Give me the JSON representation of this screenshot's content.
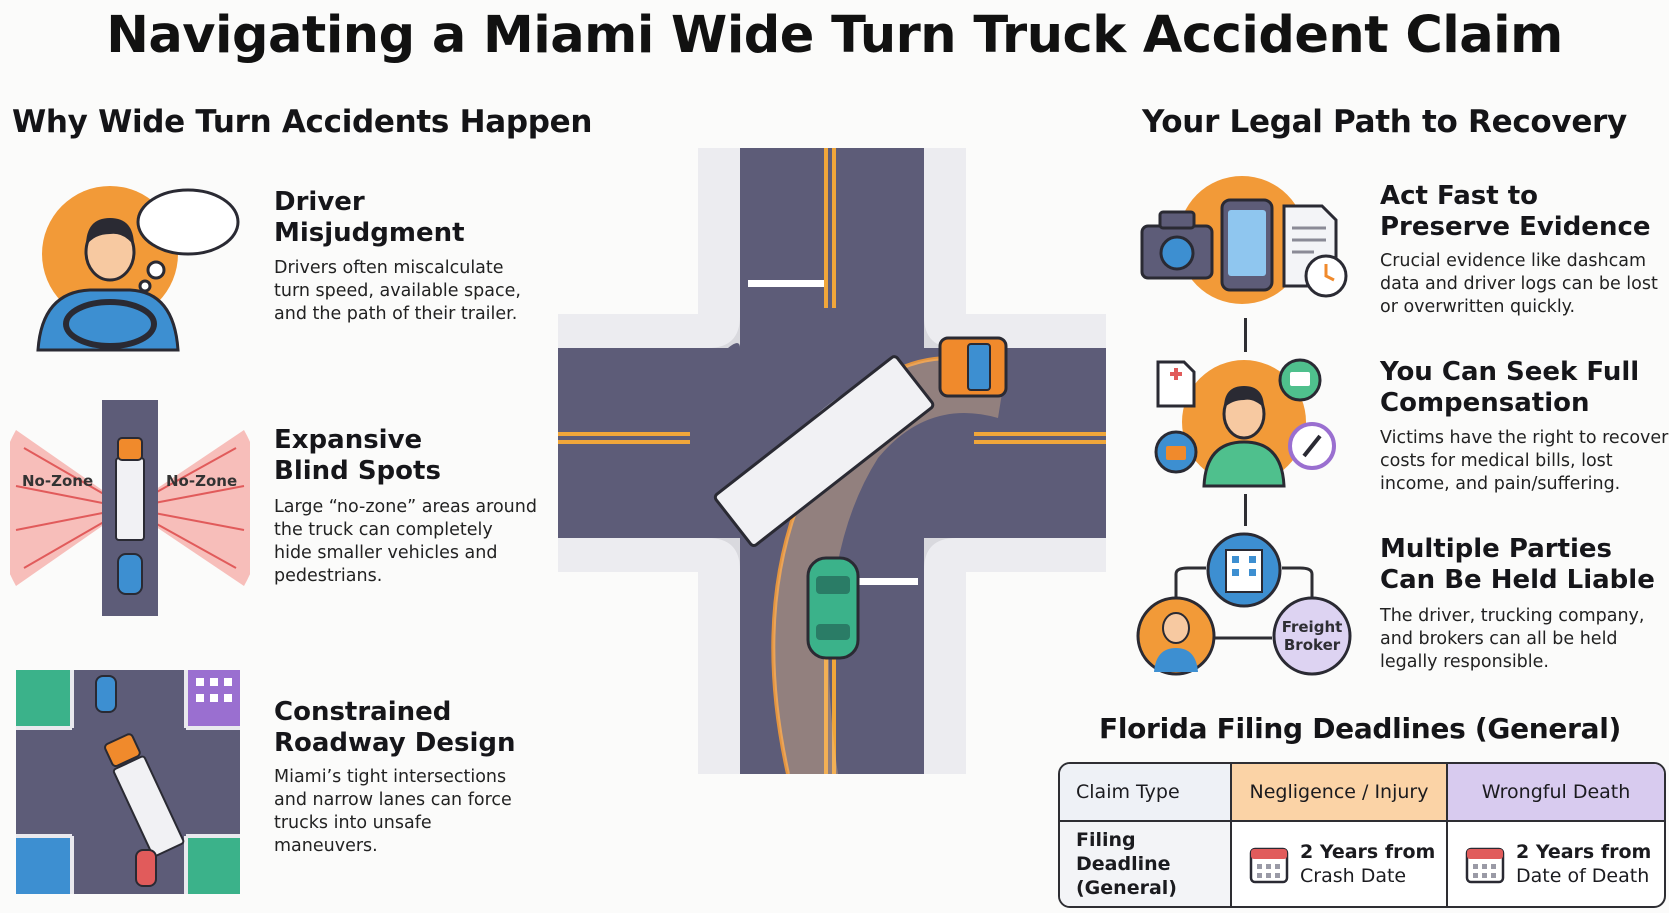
{
  "title": "Navigating a Miami Wide Turn Truck Accident Claim",
  "left_section": {
    "heading": "Why Wide Turn Accidents Happen",
    "items": [
      {
        "title_line1": "Driver",
        "title_line2": "Misjudgment",
        "body_lines": [
          "Drivers often miscalculate",
          "turn speed, available space,",
          "and the path of their trailer."
        ],
        "icon": "driver-thinking-icon"
      },
      {
        "title_line1": "Expansive",
        "title_line2": "Blind Spots",
        "body_lines": [
          "Large “no-zone” areas around",
          "the truck can completely",
          "hide smaller vehicles and",
          "pedestrians."
        ],
        "icon": "blind-spot-icon",
        "zone_left": "No-Zone",
        "zone_right": "No-Zone"
      },
      {
        "title_line1": "Constrained",
        "title_line2": "Roadway Design",
        "body_lines": [
          "Miami’s tight intersections",
          "and narrow lanes can force",
          "trucks into unsafe",
          "maneuvers."
        ],
        "icon": "intersection-map-icon"
      }
    ]
  },
  "right_section": {
    "heading": "Your Legal Path to Recovery",
    "items": [
      {
        "title_line1": "Act Fast to",
        "title_line2": "Preserve Evidence",
        "body_lines": [
          "Crucial evidence like dashcam",
          "data and driver logs can be lost",
          "or overwritten quickly."
        ],
        "icon": "evidence-icon"
      },
      {
        "title_line1": "You Can Seek Full",
        "title_line2": "Compensation",
        "body_lines": [
          "Victims have the right to recover",
          "costs for medical bills, lost",
          "income, and pain/suffering."
        ],
        "icon": "compensation-icon"
      },
      {
        "title_line1": "Multiple Parties",
        "title_line2": "Can Be Held Liable",
        "body_lines": [
          "The driver, trucking company,",
          "and brokers can all be held",
          "legally responsible."
        ],
        "icon": "liable-parties-icon",
        "broker_line1": "Freight",
        "broker_line2": "Broker"
      }
    ]
  },
  "deadlines": {
    "heading": "Florida Filing Deadlines (General)",
    "headers": [
      "Claim Type",
      "Negligence / Injury",
      "Wrongful Death"
    ],
    "row_label_line1": "Filing Deadline",
    "row_label_line2": "(General)",
    "values": [
      {
        "line1": "2 Years from",
        "line2": "Crash Date"
      },
      {
        "line1": "2 Years from",
        "line2": "Date of Death"
      }
    ]
  },
  "colors": {
    "accent_orange": "#f29a38",
    "road": "#5d5c78",
    "truck_cab": "#f08a2c",
    "car_green": "#3bb28a",
    "deadline_negligence": "#fbd3a6",
    "deadline_death": "#d8cbef",
    "blue_icon": "#3d8fd1"
  }
}
